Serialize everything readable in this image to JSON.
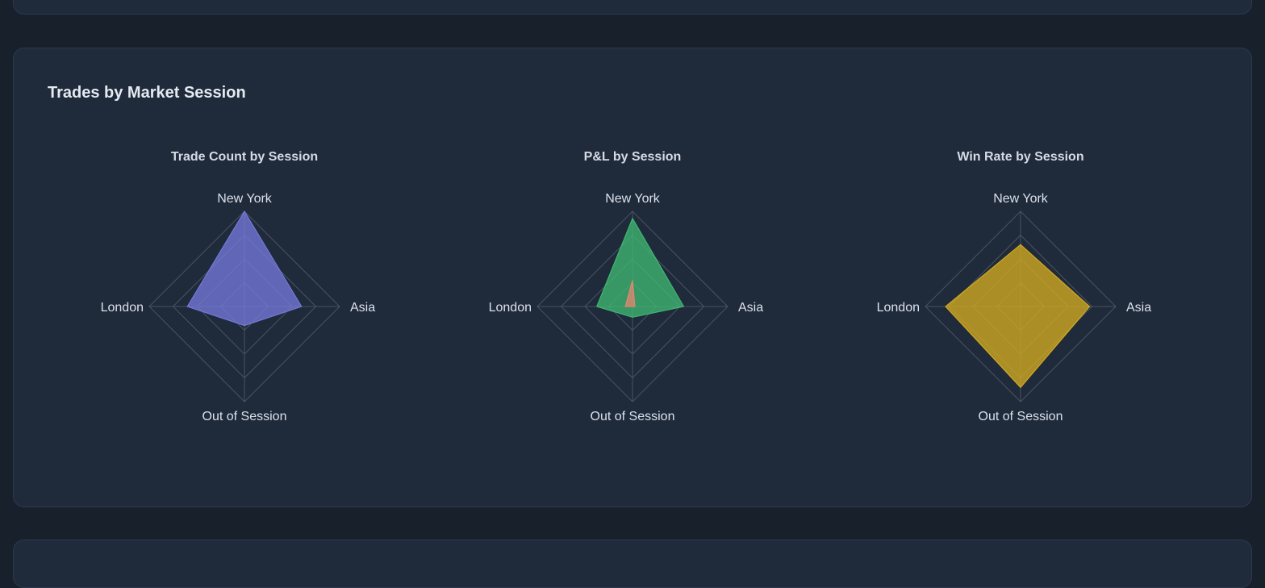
{
  "section": {
    "title": "Trades by Market Session"
  },
  "chart_data": [
    {
      "type": "radar",
      "title": "Trade Count by Session",
      "axes": [
        "New York",
        "Asia",
        "Out of Session",
        "London"
      ],
      "range": [
        0,
        4
      ],
      "series": [
        {
          "values": [
            4,
            2.4,
            0.8,
            2.4
          ],
          "color": "#7479d8"
        }
      ]
    },
    {
      "type": "radar",
      "title": "P&L by Session",
      "axes": [
        "New York",
        "Asia",
        "Out of Session",
        "London"
      ],
      "range": [
        0,
        4
      ],
      "series": [
        {
          "values": [
            3.7,
            2.15,
            0.45,
            1.5
          ],
          "color": "#3fb772"
        },
        {
          "values": [
            1.1,
            0.1,
            0.0,
            0.3
          ],
          "color": "#e0876f"
        }
      ]
    },
    {
      "type": "radar",
      "title": "Win Rate by Session",
      "axes": [
        "New York",
        "Asia",
        "Out of Session",
        "London"
      ],
      "range": [
        0,
        4
      ],
      "series": [
        {
          "values": [
            2.6,
            2.9,
            3.4,
            3.15
          ],
          "color": "#d4aa1f"
        }
      ]
    }
  ]
}
